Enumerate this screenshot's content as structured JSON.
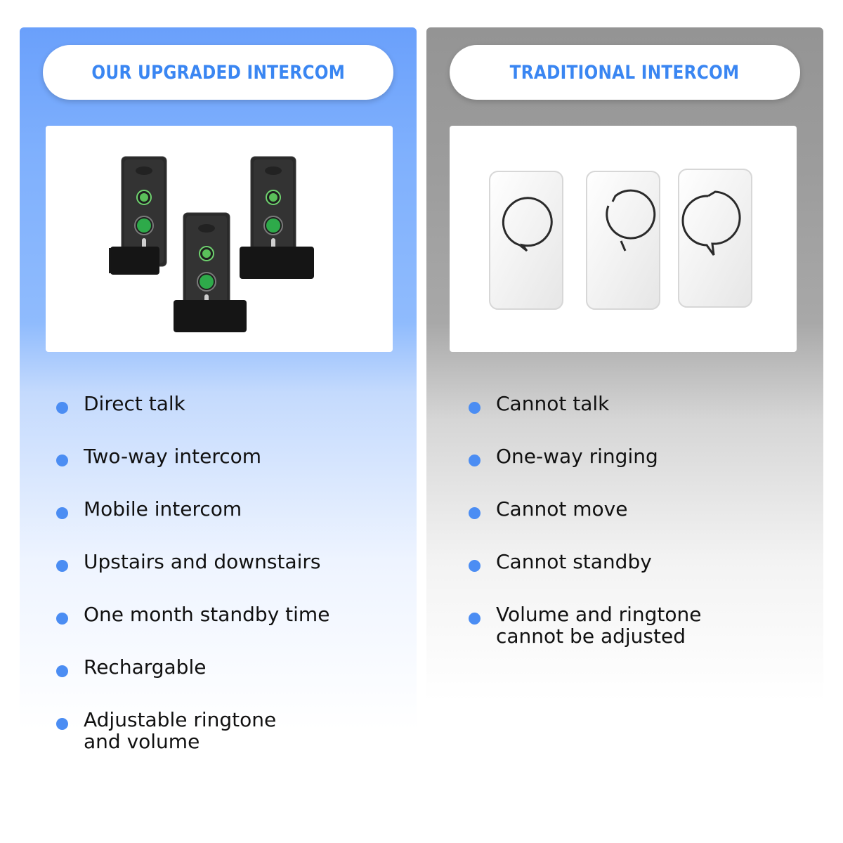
{
  "left_panel": {
    "title": "OUR UPGRADED INTERCOM",
    "image_alt": "three-handset-intercom-on-charging-docks",
    "features": [
      "Direct talk",
      "Two-way intercom",
      "Mobile intercom",
      "Upstairs and downstairs",
      "One month standby time",
      "Rechargable",
      "Adjustable ringtone\nand volume"
    ]
  },
  "right_panel": {
    "title": "TRADITIONAL INTERCOM",
    "image_alt": "three-white-doorbell-buttons",
    "features": [
      "Cannot talk",
      "One-way ringing",
      "Cannot move",
      "Cannot standby",
      "Volume and ringtone\ncannot be adjusted"
    ]
  },
  "colors": {
    "accent_blue": "#3a86f2",
    "bullet_blue": "#4b8df3",
    "left_panel_top": "#6aa0fb",
    "right_panel_top": "#949494"
  }
}
